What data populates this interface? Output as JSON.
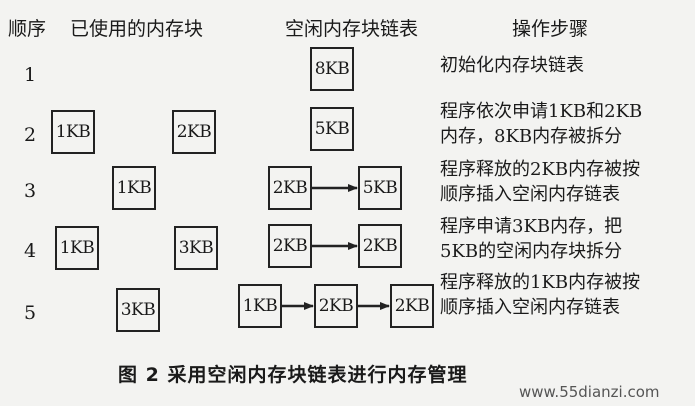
{
  "headers": {
    "order": "顺序",
    "used": "已使用的内存块",
    "free": "空闲内存块链表",
    "steps": "操作步骤"
  },
  "rows": [
    {
      "num": "1",
      "used": [],
      "free": [
        "8KB"
      ],
      "step": [
        "初始化内存块链表"
      ]
    },
    {
      "num": "2",
      "used": [
        "1KB",
        "2KB"
      ],
      "free": [
        "5KB"
      ],
      "step": [
        "程序依次申请1KB和2KB",
        "内存，8KB内存被拆分"
      ]
    },
    {
      "num": "3",
      "used": [
        "1KB"
      ],
      "free": [
        "2KB",
        "5KB"
      ],
      "step": [
        "程序释放的2KB内存被按",
        "顺序插入空闲内存链表"
      ]
    },
    {
      "num": "4",
      "used": [
        "1KB",
        "3KB"
      ],
      "free": [
        "2KB",
        "2KB"
      ],
      "step": [
        "程序申请3KB内存，把",
        "5KB的空闲内存块拆分"
      ]
    },
    {
      "num": "5",
      "used": [
        "3KB"
      ],
      "free": [
        "1KB",
        "2KB",
        "2KB"
      ],
      "step": [
        "程序释放的1KB内存被按",
        "顺序插入空闲内存链表"
      ]
    }
  ],
  "caption": "图 2   采用空闲内存块链表进行内存管理",
  "watermark": "www.55dianzi.com"
}
